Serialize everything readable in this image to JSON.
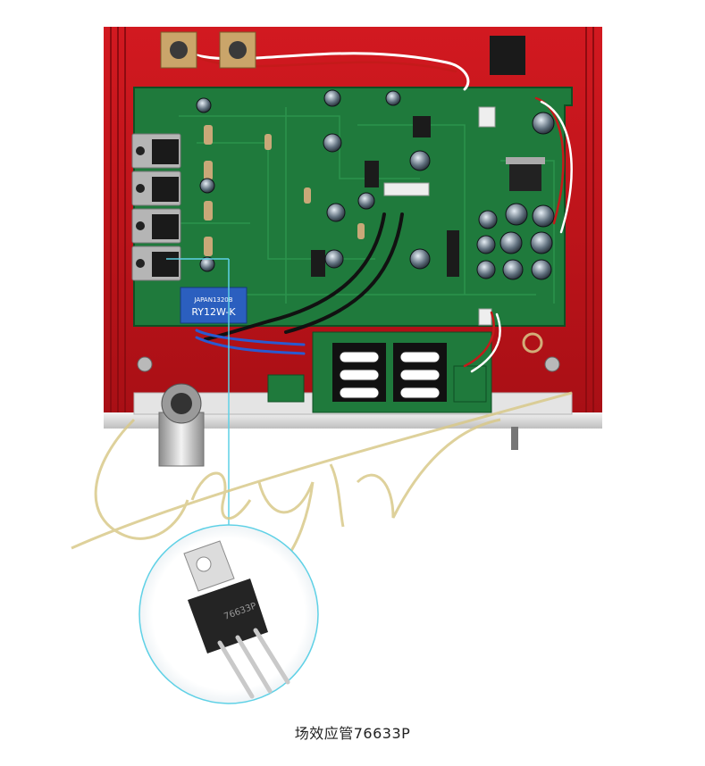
{
  "photo": {
    "chassis_color": "#c8141c",
    "pcb_color": "#1f7a3c",
    "panel_color": "#d9d9d9",
    "connector_color": "#e60012"
  },
  "components": {
    "relay_text": "RY12W-K",
    "relay_code": "JAPAN1320B",
    "mosfet_marking": "76633P"
  },
  "watermark": {
    "text": "Cayin",
    "color": "#d9c98a"
  },
  "caption": {
    "text": "场效应管76633P"
  }
}
